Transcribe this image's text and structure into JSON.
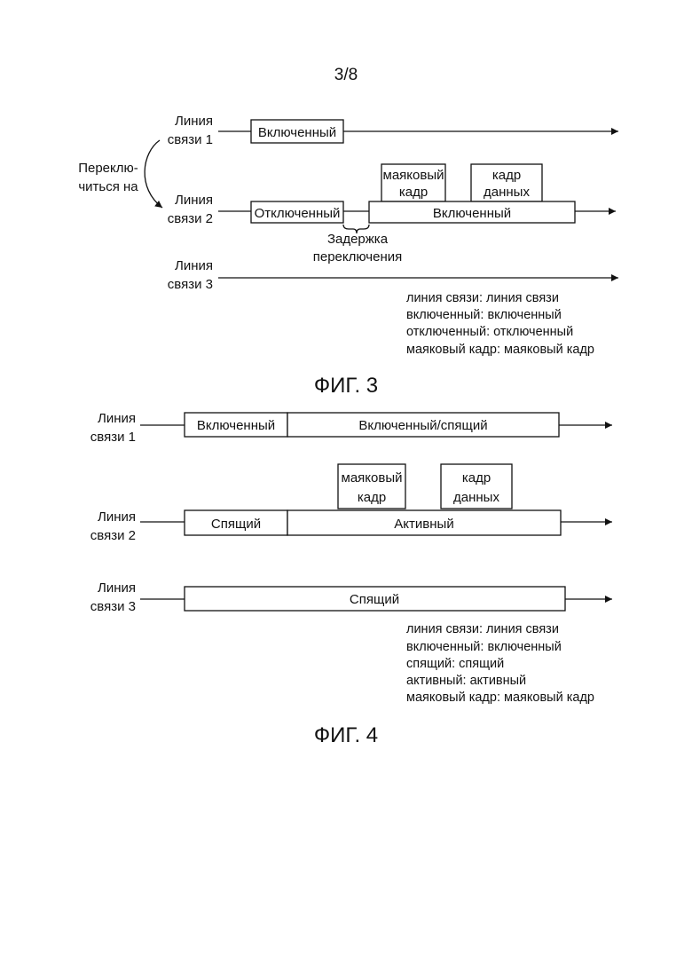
{
  "page_number": "3/8",
  "fig3": {
    "caption": "ФИГ. 3",
    "switch_label": [
      "Переклю-",
      "читься на"
    ],
    "delay_label": [
      "Задержка",
      "переключения"
    ],
    "links": [
      {
        "label": [
          "Линия",
          "связи 1"
        ],
        "segments": [
          "Включенный"
        ]
      },
      {
        "label": [
          "Линия",
          "связи 2"
        ],
        "segments": [
          "Отключенный",
          "Включенный"
        ]
      },
      {
        "label": [
          "Линия",
          "связи 3"
        ],
        "segments": []
      }
    ],
    "frames": [
      {
        "label": [
          "маяковый",
          "кадр"
        ]
      },
      {
        "label": [
          "кадр",
          "данных"
        ]
      }
    ],
    "legend": [
      "линия связи: линия связи",
      "включенный: включенный",
      "отключенный: отключенный",
      "маяковый кадр: маяковый кадр"
    ]
  },
  "fig4": {
    "caption": "ФИГ. 4",
    "links": [
      {
        "label": [
          "Линия",
          "связи 1"
        ],
        "segments": [
          "Включенный",
          "Включенный/спящий"
        ]
      },
      {
        "label": [
          "Линия",
          "связи 2"
        ],
        "segments": [
          "Спящий",
          "Активный"
        ]
      },
      {
        "label": [
          "Линия",
          "связи 3"
        ],
        "segments": [
          "Спящий"
        ]
      }
    ],
    "frames": [
      {
        "label": [
          "маяковый",
          "кадр"
        ]
      },
      {
        "label": [
          "кадр",
          "данных"
        ]
      }
    ],
    "legend": [
      "линия связи: линия связи",
      "включенный: включенный",
      "спящий: спящий",
      "активный: активный",
      "маяковый кадр: маяковый кадр"
    ]
  }
}
